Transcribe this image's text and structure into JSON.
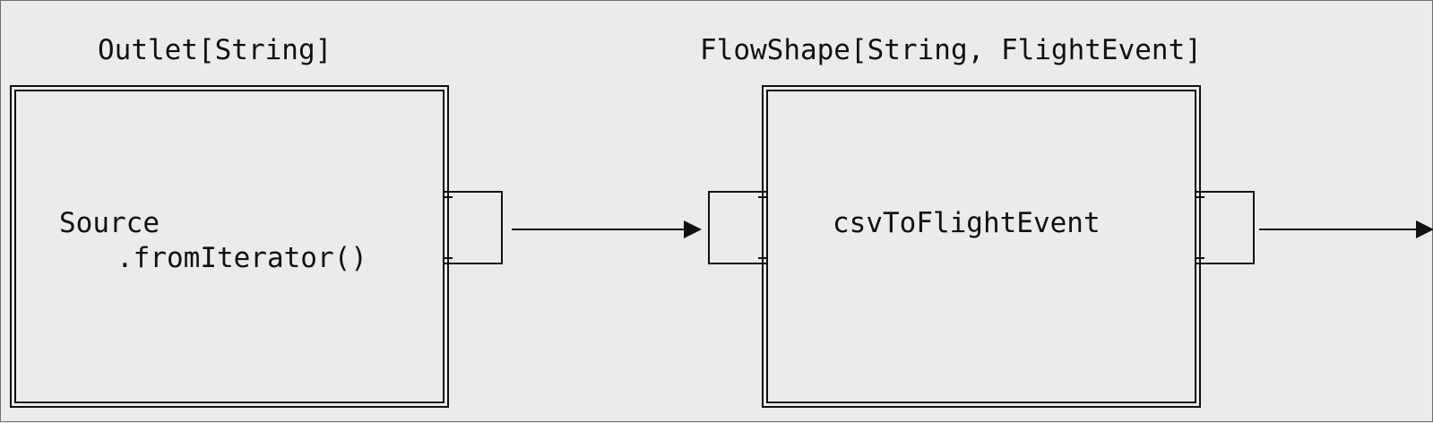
{
  "diagram": {
    "source_stage": {
      "type_label": "Outlet[String]",
      "name_line1": "Source",
      "name_line2": ".fromIterator()"
    },
    "flow_stage": {
      "type_label": "FlowShape[String, FlightEvent]",
      "name": "csvToFlightEvent"
    }
  },
  "colors": {
    "background": "#ebebeb",
    "ink": "#111111"
  }
}
